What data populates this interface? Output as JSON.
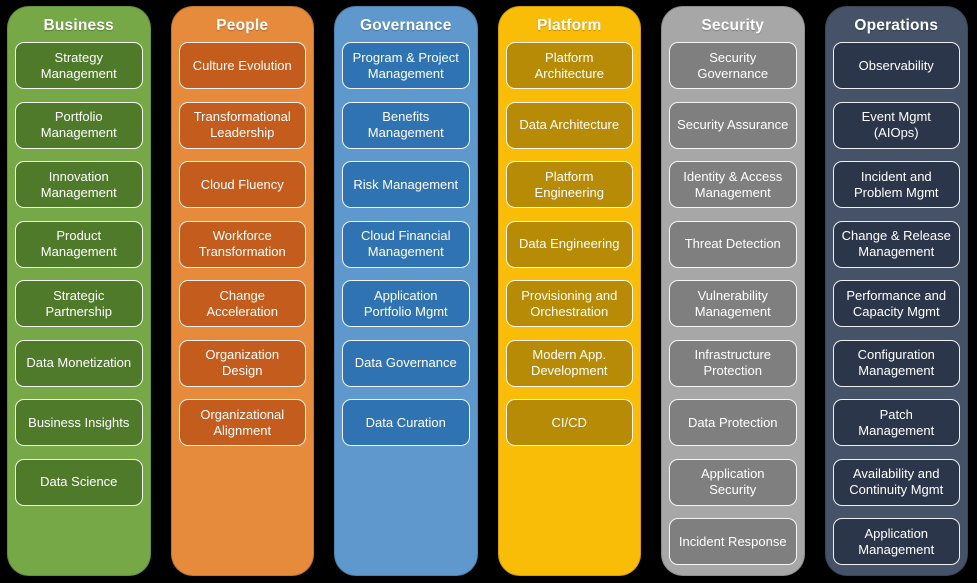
{
  "diagram": {
    "background_color": "#000000",
    "columns": [
      {
        "name": "Business",
        "color": "#76A848",
        "box_color": "#4F7A2A",
        "items": [
          "Strategy Management",
          "Portfolio Management",
          "Innovation Management",
          "Product Management",
          "Strategic Partnership",
          "Data Monetization",
          "Business Insights",
          "Data Science"
        ]
      },
      {
        "name": "People",
        "color": "#E68A3C",
        "box_color": "#C45C1D",
        "items": [
          "Culture Evolution",
          "Transformational Leadership",
          "Cloud Fluency",
          "Workforce Transformation",
          "Change Acceleration",
          "Organization Design",
          "Organizational Alignment"
        ]
      },
      {
        "name": "Governance",
        "color": "#5F98CD",
        "box_color": "#2F73B2",
        "items": [
          "Program & Project Management",
          "Benefits Management",
          "Risk Management",
          "Cloud Financial Management",
          "Application Portfolio Mgmt",
          "Data Governance",
          "Data Curation"
        ]
      },
      {
        "name": "Platform",
        "color": "#FABD07",
        "box_color": "#B78B06",
        "items": [
          "Platform Architecture",
          "Data Architecture",
          "Platform Engineering",
          "Data Engineering",
          "Provisioning and Orchestration",
          "Modern App. Development",
          "CI/CD"
        ]
      },
      {
        "name": "Security",
        "color": "#A7A7A7",
        "box_color": "#7F7F7F",
        "items": [
          "Security Governance",
          "Security Assurance",
          "Identity & Access Management",
          "Threat Detection",
          "Vulnerability Management",
          "Infrastructure Protection",
          "Data Protection",
          "Application Security",
          "Incident Response"
        ]
      },
      {
        "name": "Operations",
        "color": "#455268",
        "box_color": "#2C364A",
        "items": [
          "Observability",
          "Event Mgmt (AIOps)",
          "Incident and Problem Mgmt",
          "Change & Release Management",
          "Performance and Capacity Mgmt",
          "Configuration Management",
          "Patch Management",
          "Availability and Continuity Mgmt",
          "Application Management"
        ]
      }
    ]
  }
}
